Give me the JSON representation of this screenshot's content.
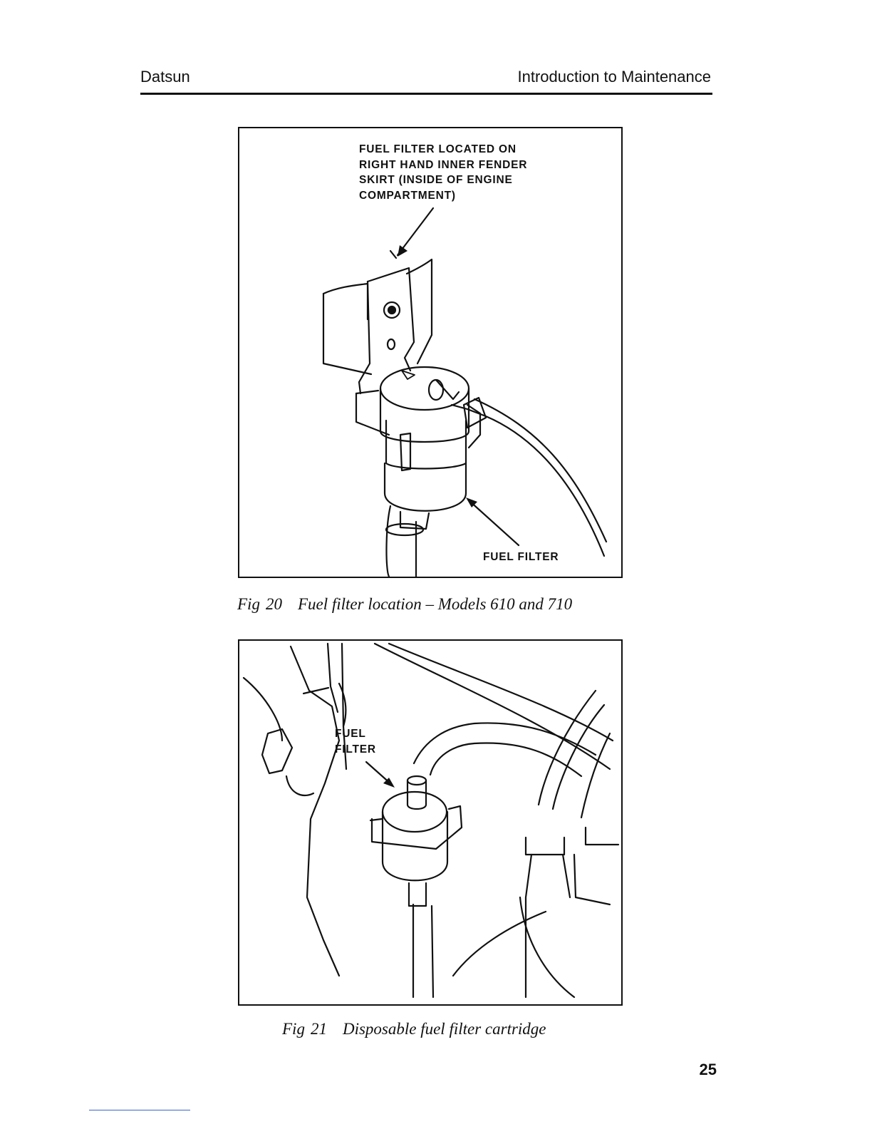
{
  "header": {
    "left": "Datsun",
    "right": "Introduction to Maintenance"
  },
  "figure20": {
    "callout_top": "FUEL FILTER LOCATED ON\nRIGHT HAND INNER FENDER\nSKIRT (INSIDE OF ENGINE\nCOMPARTMENT)",
    "callout_bottom": "FUEL FILTER",
    "caption_label": "Fig",
    "caption_number": "20",
    "caption_text": "Fuel filter location – Models 610 and 710"
  },
  "figure21": {
    "callout": "FUEL\nFILTER",
    "caption_label": "Fig",
    "caption_number": "21",
    "caption_text": "Disposable fuel filter cartridge"
  },
  "page_number": "25"
}
